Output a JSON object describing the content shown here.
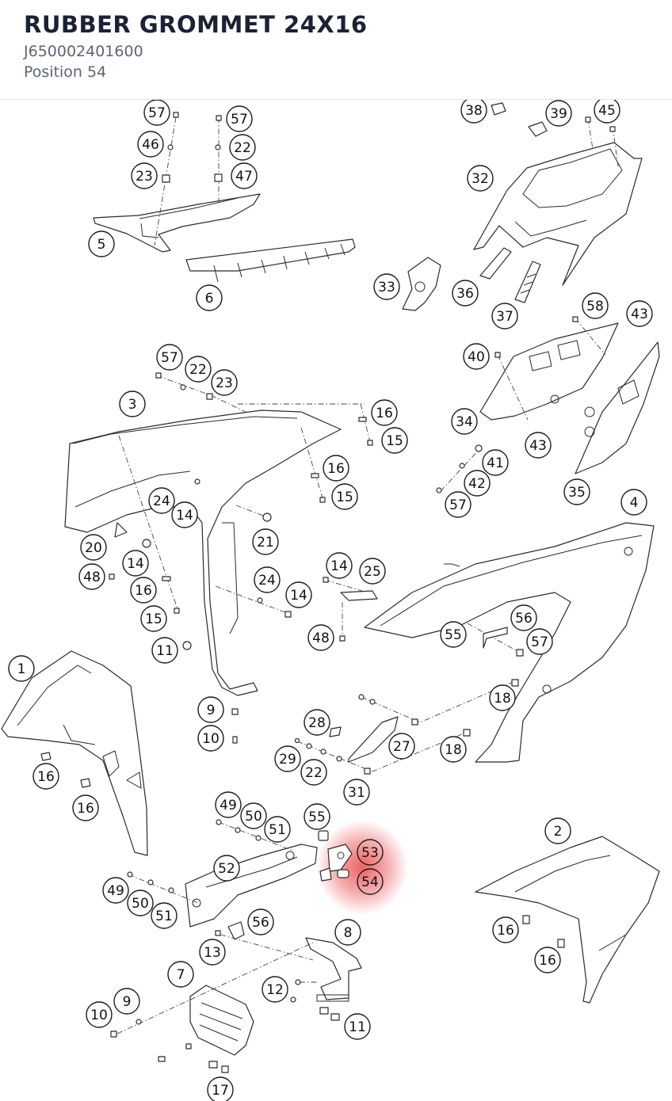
{
  "header": {
    "title": "RUBBER GROMMET 24X16",
    "part_number": "J650002401600",
    "position": "Position 54"
  },
  "highlight_color": "#e8474a",
  "selected_callouts": [
    "53",
    "54"
  ],
  "callouts": [
    "57",
    "57",
    "46",
    "22",
    "23",
    "47",
    "5",
    "6",
    "38",
    "39",
    "45",
    "32",
    "33",
    "36",
    "37",
    "58",
    "43",
    "40",
    "34",
    "43",
    "41",
    "42",
    "57",
    "35",
    "4",
    "57",
    "22",
    "23",
    "3",
    "16",
    "15",
    "16",
    "15",
    "24",
    "14",
    "20",
    "14",
    "48",
    "16",
    "15",
    "21",
    "24",
    "14",
    "14",
    "25",
    "48",
    "11",
    "55",
    "56",
    "57",
    "18",
    "1",
    "9",
    "10",
    "28",
    "27",
    "18",
    "29",
    "22",
    "31",
    "16",
    "16",
    "49",
    "50",
    "51",
    "55",
    "53",
    "54",
    "52",
    "49",
    "50",
    "51",
    "56",
    "13",
    "8",
    "2",
    "16",
    "16",
    "7",
    "12",
    "9",
    "10",
    "11",
    "17"
  ]
}
